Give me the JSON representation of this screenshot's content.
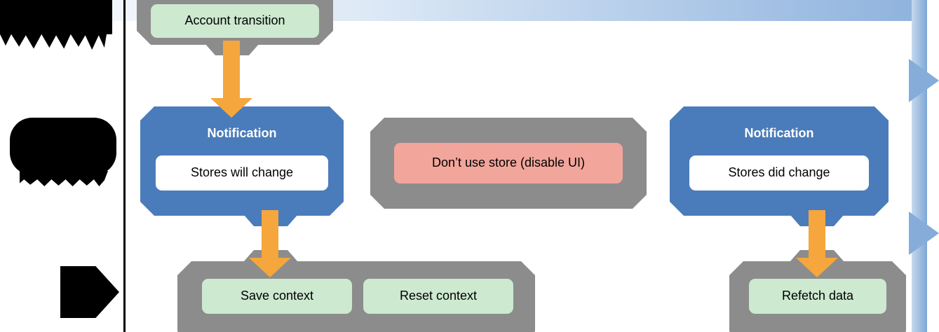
{
  "colors": {
    "container_gray": "#8c8c8c",
    "notification_blue": "#4a7cbb",
    "node_green": "#cde9d0",
    "node_salmon": "#f2a59b",
    "node_white": "#ffffff",
    "arrow_orange": "#f5a63c",
    "band_blue": "#8fb3de",
    "lane_black": "#000000"
  },
  "nodes": {
    "account_transition": "Account transition",
    "notification_left_title": "Notification",
    "stores_will_change": "Stores will change",
    "dont_use_store": "Don’t use store (disable UI)",
    "notification_right_title": "Notification",
    "stores_did_change": "Stores did change",
    "save_context": "Save context",
    "reset_context": "Reset context",
    "refetch_data": "Refetch data"
  }
}
